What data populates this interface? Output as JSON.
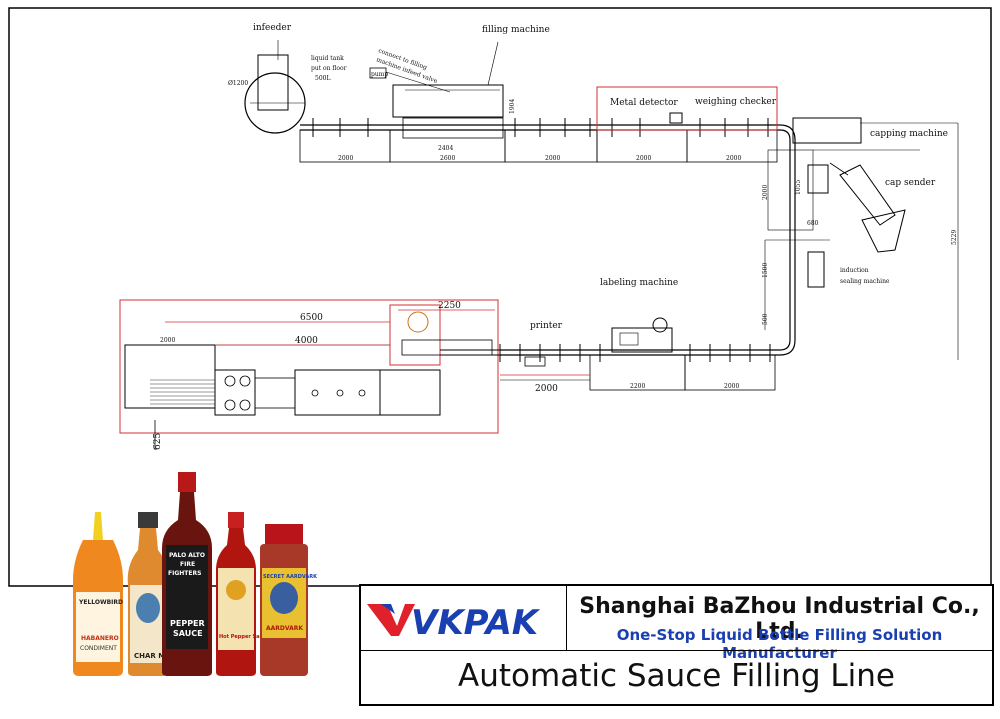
{
  "labels": {
    "infeeder": "infeeder",
    "filling_machine": "filling machine",
    "liquid_tank_1": "liquid tank",
    "liquid_tank_2": "put on floor",
    "liquid_tank_3": "500L",
    "pump": "pump",
    "connect_1": "connect to filling",
    "connect_2": "machine  infeed valve",
    "diameter": "Ø1200",
    "metal_detector": "Metal detector",
    "weighing_checker": "weighing checker",
    "capping_machine": "capping machine",
    "cap_sender": "cap sender",
    "induction_1": "induction",
    "induction_2": "sealing machine",
    "labeling_machine": "labeling machine",
    "printer": "printer"
  },
  "dimensions": {
    "d2404": "2404",
    "d2600": "2600",
    "d1904": "1904",
    "d2000_a": "2000",
    "d2000_b": "2000",
    "d2000_c": "2000",
    "d2000_d": "2000",
    "d1055": "1055",
    "d680": "680",
    "d2000_v": "2000",
    "d1500": "1500",
    "d500": "500",
    "d5229": "5229",
    "d2200": "2200",
    "d2000_e": "2000",
    "d2000_f": "2000",
    "d6500": "6500",
    "d4000": "4000",
    "d2250": "2250",
    "d2000_g": "2000",
    "d625": "625"
  },
  "product_labels": {
    "b1_brand": "YELLOWBIRD",
    "b1_name_1": "HABANERO",
    "b1_name_2": "CONDIMENT",
    "b2_brand": "CHAR MAN",
    "b3_brand_1": "PALO ALTO",
    "b3_brand_2": "FIRE",
    "b3_brand_3": "FIGHTERS",
    "b3_name_1": "PEPPER",
    "b3_name_2": "SAUCE",
    "b4_name": "Hot Pepper Sauce",
    "b5_brand": "SECRET AARDVARK",
    "b5_name": "AARDVARK"
  },
  "brand": {
    "logo_text": "VKPAK",
    "company_name": "Shanghai BaZhou Industrial Co., Ltd.",
    "slogan": "One-Stop Liquid Bottle Filling Solution Manufacturer",
    "line_title": "Automatic Sauce Filling Line"
  },
  "colors": {
    "highlight_red": "#d03030",
    "logo_blue": "#1a3fb0",
    "logo_red": "#e0202a"
  }
}
